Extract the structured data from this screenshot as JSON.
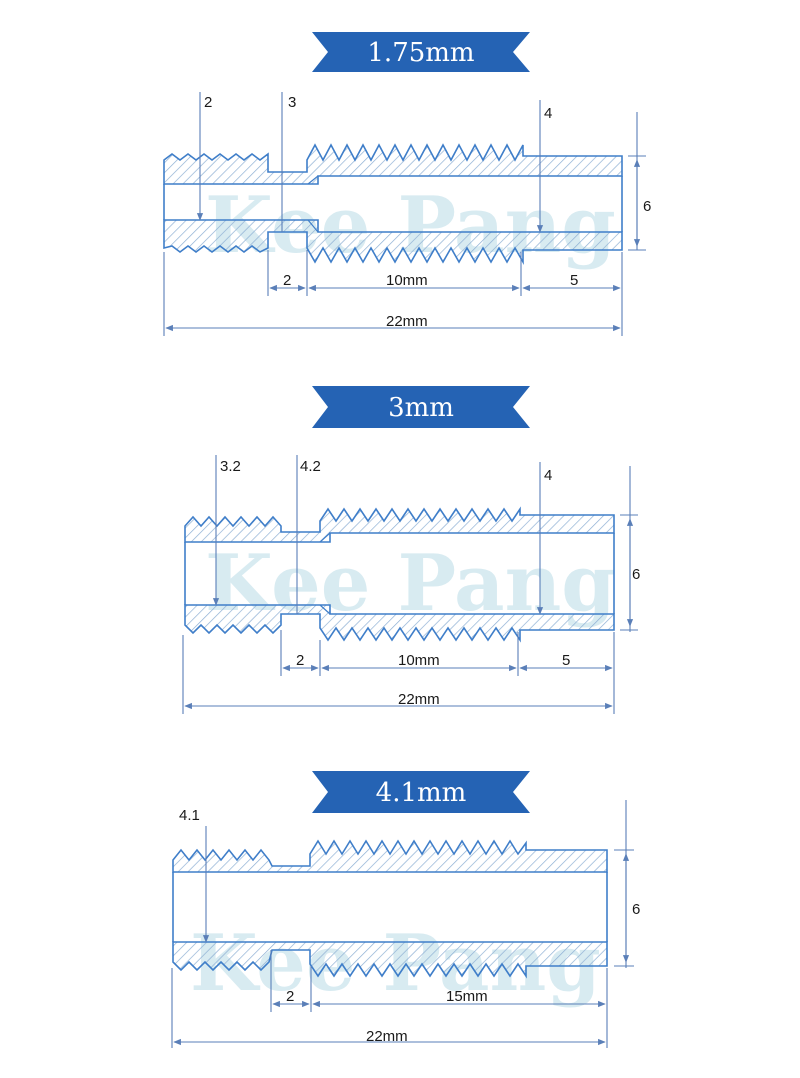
{
  "colors": {
    "banner": "#2563b4",
    "banner_text": "#ffffff",
    "outline": "#3f7ec9",
    "hatch": "#8fb0d4",
    "dimension": "#5a7fb8",
    "text": "#1a1a1a",
    "watermark": "#b9dbe6"
  },
  "watermark": "Kee Pang",
  "diagrams": [
    {
      "title": "1.75mm",
      "labels": {
        "bore_dia": "2",
        "neck_dia": "3",
        "outer_bore": "4",
        "outer_dia": "6",
        "neck_len": "2",
        "mid_len": "10mm",
        "end_len": "5",
        "total_len": "22mm"
      }
    },
    {
      "title": "3mm",
      "labels": {
        "bore_dia": "3.2",
        "neck_dia": "4.2",
        "outer_bore": "4",
        "outer_dia": "6",
        "neck_len": "2",
        "mid_len": "10mm",
        "end_len": "5",
        "total_len": "22mm"
      }
    },
    {
      "title": "4.1mm",
      "labels": {
        "bore_dia": "4.1",
        "outer_dia": "6",
        "neck_len": "2",
        "long_len": "15mm",
        "total_len": "22mm"
      }
    }
  ]
}
